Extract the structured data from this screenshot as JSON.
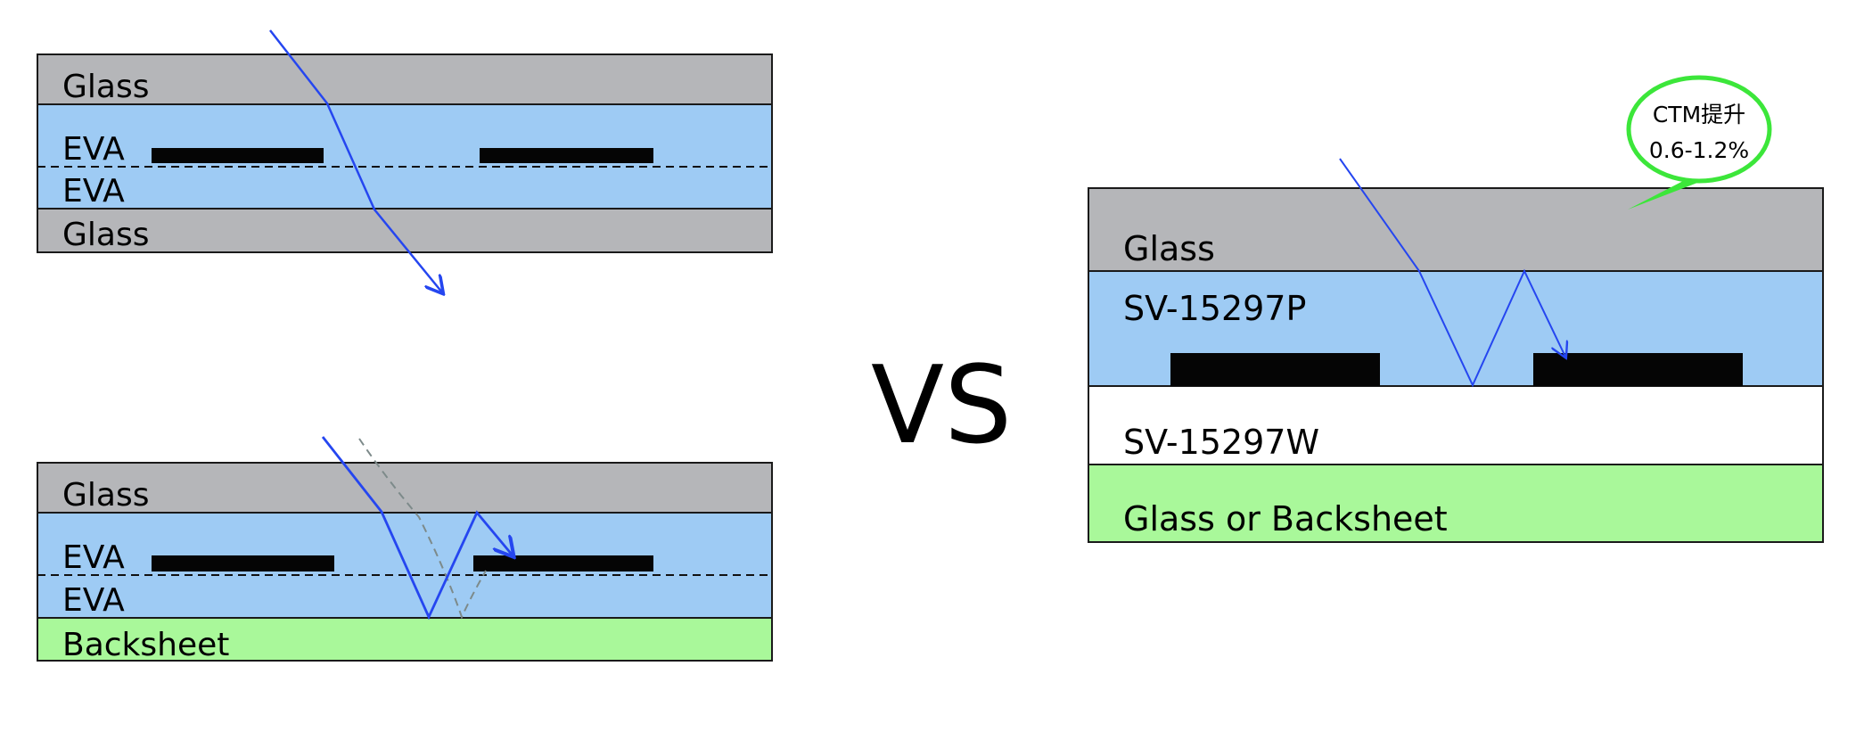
{
  "colors": {
    "glass": "#b5b6b9",
    "eva": "#9ecbf4",
    "backsheet": "#a9f89a",
    "white_layer": "#ffffff",
    "cell": "#050505",
    "ray": "#2546f0",
    "ghost_ray": "#7d8a8a",
    "bubble_border": "#3ce63a"
  },
  "top_left": {
    "layers": [
      "Glass",
      "EVA",
      "EVA",
      "Glass"
    ]
  },
  "bottom_left": {
    "layers": [
      "Glass",
      "EVA",
      "EVA",
      "Backsheet"
    ]
  },
  "vs_label": "VS",
  "right": {
    "layers": [
      "Glass",
      "SV-15297P",
      "SV-15297W",
      "Glass or Backsheet"
    ],
    "callout": {
      "line1": "CTM提升",
      "line2": "0.6-1.2%"
    }
  }
}
